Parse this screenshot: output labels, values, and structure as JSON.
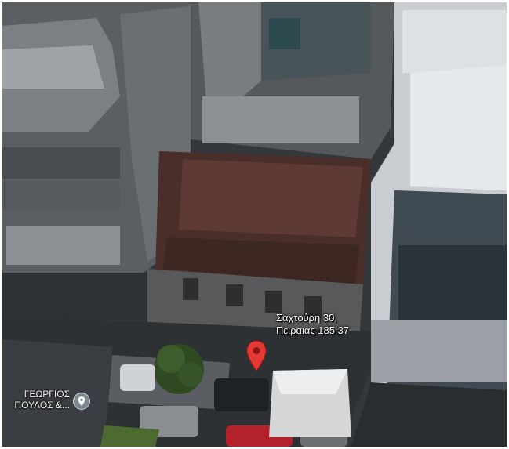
{
  "map": {
    "view": "satellite-3d",
    "place_pin": {
      "icon": "location-pin-icon",
      "color": "#e53935"
    },
    "address": {
      "line1": "Σαχτούρη 30,",
      "line2": "Πειραιας 185 37"
    },
    "poi": {
      "line1": "ΓΕΩΡΓΙΟΣ",
      "line2": "ΠΟΥΛΟΣ &...",
      "icon": "place-marker-icon"
    }
  }
}
